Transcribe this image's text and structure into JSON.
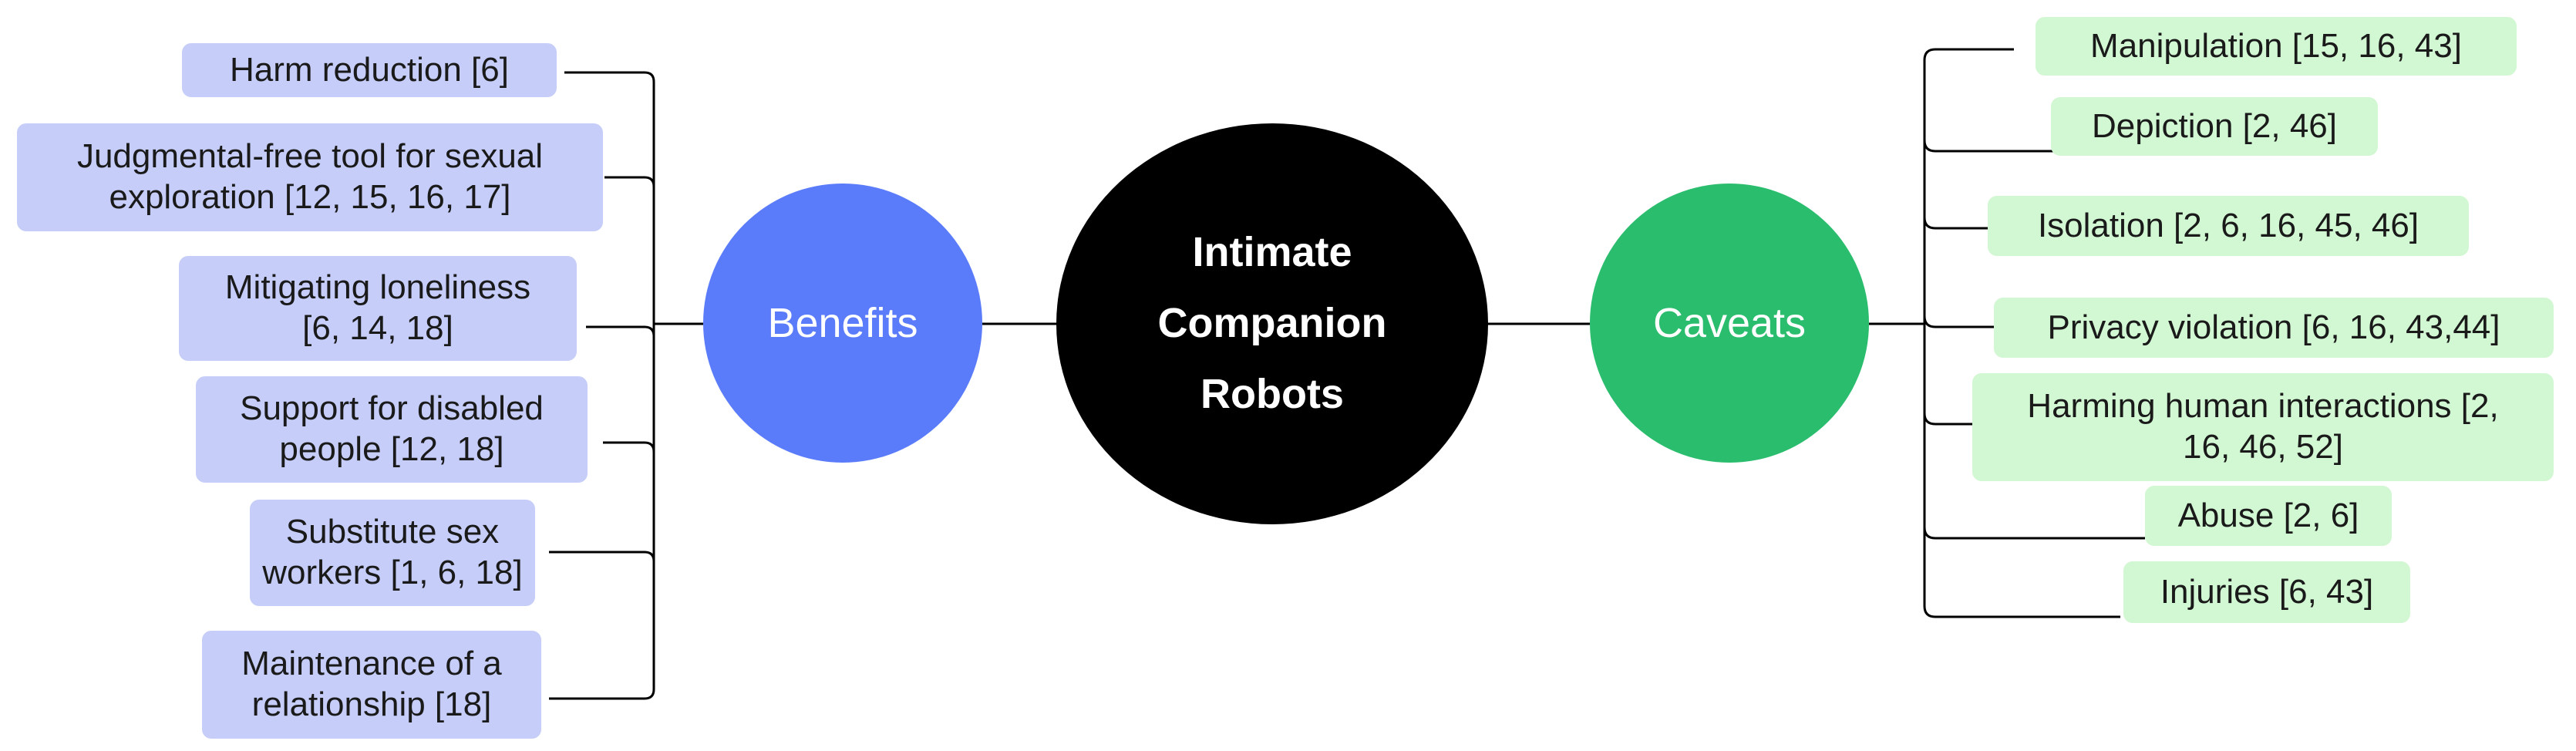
{
  "colors": {
    "center_bg": "#000000",
    "benefits_circle": "#5b7cfa",
    "caveats_circle": "#2bbd6e",
    "benefit_box": "#c5cdf8",
    "caveat_box": "#d2f7d3",
    "line": "#000000"
  },
  "center": {
    "label": "Intimate\nCompanion\nRobots"
  },
  "benefits": {
    "label": "Benefits",
    "items": [
      {
        "text": "Harm reduction [6]"
      },
      {
        "text": "Judgmental-free tool for sexual\nexploration [12, 15, 16, 17]"
      },
      {
        "text": "Mitigating loneliness\n[6, 14, 18]"
      },
      {
        "text": "Support for disabled\npeople [12, 18]"
      },
      {
        "text": "Substitute sex\nworkers [1, 6, 18]"
      },
      {
        "text": "Maintenance of a\nrelationship [18]"
      }
    ]
  },
  "caveats": {
    "label": "Caveats",
    "items": [
      {
        "text": "Manipulation [15, 16, 43]"
      },
      {
        "text": "Depiction [2, 46]"
      },
      {
        "text": "Isolation [2, 6, 16, 45, 46]"
      },
      {
        "text": "Privacy violation [6, 16, 43,44]"
      },
      {
        "text": "Harming human interactions [2,\n16, 46, 52]"
      },
      {
        "text": "Abuse [2, 6]"
      },
      {
        "text": "Injuries [6, 43]"
      }
    ]
  }
}
